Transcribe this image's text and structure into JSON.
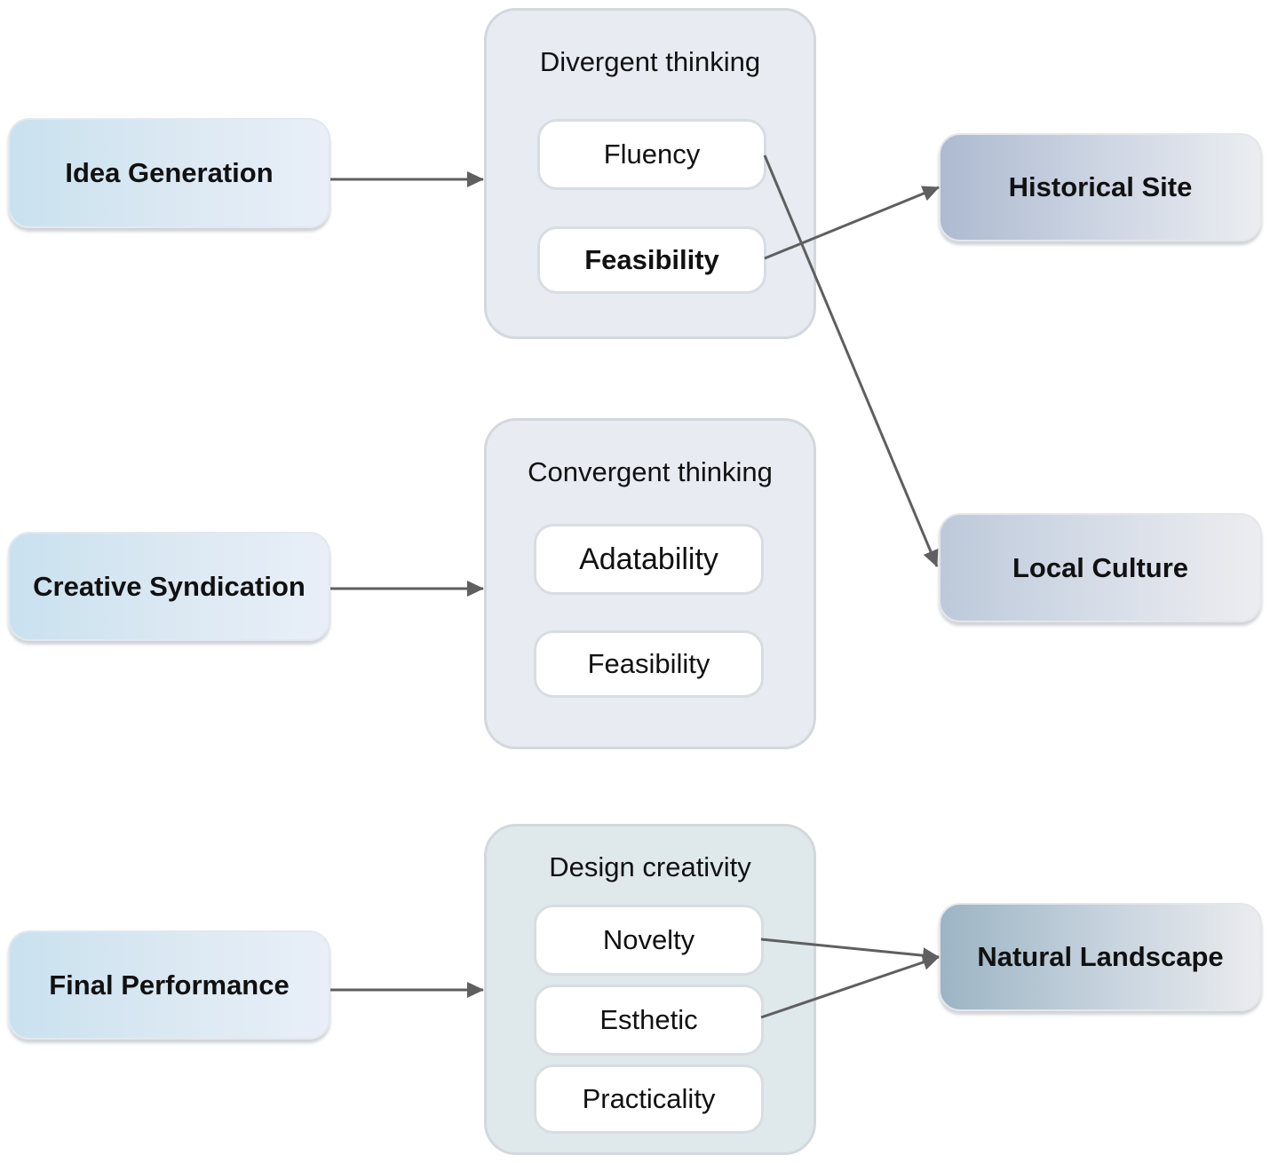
{
  "left_boxes": {
    "idea_generation": "Idea Generation",
    "creative_syndication": "Creative Syndication",
    "final_performance": "Final Performance"
  },
  "groups": {
    "divergent": {
      "title": "Divergent thinking",
      "items": [
        "Fluency",
        "Feasibility"
      ]
    },
    "convergent": {
      "title": "Convergent thinking",
      "items": [
        "Adatability",
        "Feasibility"
      ]
    },
    "design": {
      "title": "Design creativity",
      "items": [
        "Novelty",
        "Esthetic",
        "Practicality"
      ]
    }
  },
  "right_boxes": {
    "historical_site": "Historical Site",
    "local_culture": "Local Culture",
    "natural_landscape": "Natural Landscape"
  },
  "colors": {
    "arrow": "#5f5f5f",
    "left_box_start": "#c9e1ef",
    "group_fill": "#e8ebf2",
    "design_group_fill": "#dfe8eb"
  }
}
